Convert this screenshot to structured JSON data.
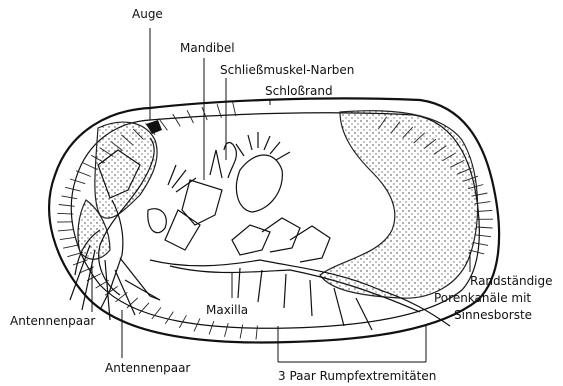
{
  "labels": {
    "auge": "Auge",
    "mandibel": "Mandibel",
    "schliessmuskel": "Schließmuskel-Narben",
    "schlossrand": "Schloßrand",
    "antennenpaar_1": "Antennenpaar",
    "antennenpaar_2": "Antennenpaar",
    "maxilla": "Maxilla",
    "rumpf": "3 Paar  Rumpfextremitäten",
    "rand_1": "Randständige",
    "rand_2": "Porenkanäle mit",
    "rand_3": "Sinnesborste"
  }
}
